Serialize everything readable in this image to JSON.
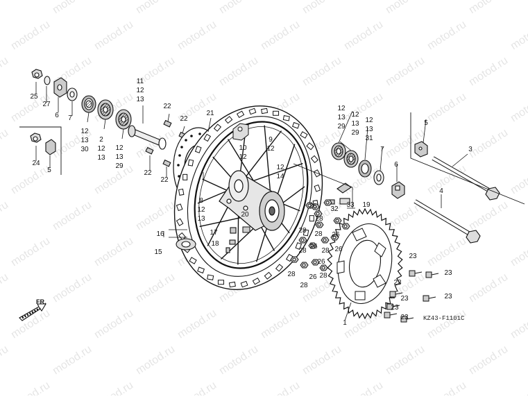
{
  "watermark": "motod.ru",
  "diagram_code": "KZ43-F1101C",
  "front_label": "FR.",
  "callouts": [
    {
      "id": "c1",
      "lines": [
        "25"
      ]
    },
    {
      "id": "c2",
      "lines": [
        "27"
      ]
    },
    {
      "id": "c3",
      "lines": [
        "6"
      ]
    },
    {
      "id": "c4",
      "lines": [
        "7"
      ]
    },
    {
      "id": "c5",
      "lines": [
        "12",
        "13",
        "30"
      ]
    },
    {
      "id": "c6",
      "lines": [
        "2",
        "12",
        "13"
      ]
    },
    {
      "id": "c7",
      "lines": [
        "12",
        "13",
        "29"
      ]
    },
    {
      "id": "c8",
      "lines": [
        "11",
        "12",
        "13"
      ]
    },
    {
      "id": "c9",
      "lines": [
        "24"
      ]
    },
    {
      "id": "c10",
      "lines": [
        "5"
      ]
    },
    {
      "id": "c11",
      "lines": [
        "22"
      ]
    },
    {
      "id": "c12",
      "lines": [
        "22"
      ]
    },
    {
      "id": "c13",
      "lines": [
        "22"
      ]
    },
    {
      "id": "c14",
      "lines": [
        "22"
      ]
    },
    {
      "id": "c15",
      "lines": [
        "21"
      ]
    },
    {
      "id": "c16",
      "lines": [
        "10",
        "12"
      ]
    },
    {
      "id": "c17",
      "lines": [
        "9",
        "12"
      ]
    },
    {
      "id": "c18",
      "lines": [
        "12",
        "14"
      ]
    },
    {
      "id": "c19",
      "lines": [
        "8",
        "12",
        "13"
      ]
    },
    {
      "id": "c20",
      "lines": [
        "20"
      ]
    },
    {
      "id": "c21",
      "lines": [
        "16"
      ]
    },
    {
      "id": "c22",
      "lines": [
        "17"
      ]
    },
    {
      "id": "c23",
      "lines": [
        "15"
      ]
    },
    {
      "id": "c24",
      "lines": [
        "18"
      ]
    },
    {
      "id": "c25",
      "lines": [
        "12",
        "13",
        "29"
      ]
    },
    {
      "id": "c26",
      "lines": [
        "12",
        "13",
        "29"
      ]
    },
    {
      "id": "c27",
      "lines": [
        "12",
        "13",
        "31"
      ]
    },
    {
      "id": "c28",
      "lines": [
        "7"
      ]
    },
    {
      "id": "c29",
      "lines": [
        "6"
      ]
    },
    {
      "id": "c30",
      "lines": [
        "5"
      ]
    },
    {
      "id": "c31",
      "lines": [
        "3"
      ]
    },
    {
      "id": "c32",
      "lines": [
        "4"
      ]
    },
    {
      "id": "c33",
      "lines": [
        "32"
      ]
    },
    {
      "id": "c34",
      "lines": [
        "33"
      ]
    },
    {
      "id": "c35",
      "lines": [
        "19"
      ]
    },
    {
      "id": "c36",
      "lines": [
        "26"
      ]
    },
    {
      "id": "c37",
      "lines": [
        "28"
      ]
    },
    {
      "id": "c38",
      "lines": [
        "28"
      ]
    },
    {
      "id": "c39",
      "lines": [
        "28"
      ]
    },
    {
      "id": "c40",
      "lines": [
        "26"
      ]
    },
    {
      "id": "c41",
      "lines": [
        "28"
      ]
    },
    {
      "id": "c42",
      "lines": [
        "26"
      ]
    },
    {
      "id": "c43",
      "lines": [
        "28"
      ]
    },
    {
      "id": "c44",
      "lines": [
        "26"
      ]
    },
    {
      "id": "c45",
      "lines": [
        "26"
      ]
    },
    {
      "id": "c46",
      "lines": [
        "28"
      ]
    },
    {
      "id": "c47",
      "lines": [
        "28"
      ]
    },
    {
      "id": "c48",
      "lines": [
        "26"
      ]
    },
    {
      "id": "c49",
      "lines": [
        "28"
      ]
    },
    {
      "id": "c50",
      "lines": [
        "1"
      ]
    },
    {
      "id": "c51",
      "lines": [
        "23"
      ]
    },
    {
      "id": "c52",
      "lines": [
        "23"
      ]
    },
    {
      "id": "c53",
      "lines": [
        "23"
      ]
    },
    {
      "id": "c54",
      "lines": [
        "23"
      ]
    },
    {
      "id": "c55",
      "lines": [
        "23"
      ]
    },
    {
      "id": "c56",
      "lines": [
        "23"
      ]
    },
    {
      "id": "c57",
      "lines": [
        "23"
      ]
    }
  ]
}
